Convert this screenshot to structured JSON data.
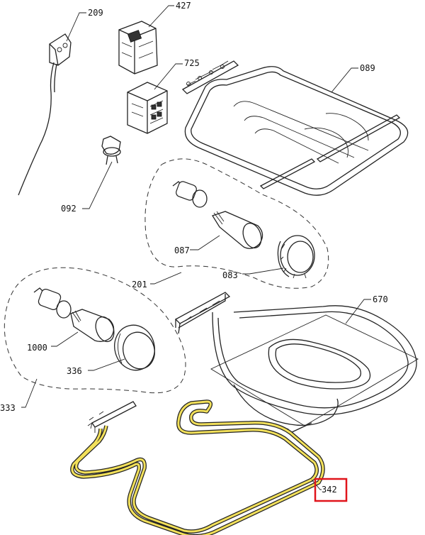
{
  "callouts": {
    "c209": "209",
    "c427": "427",
    "c725": "725",
    "c089": "089",
    "c092": "092",
    "c087": "087",
    "c083": "083",
    "c201": "201",
    "c670": "670",
    "c1000": "1000",
    "c336": "336",
    "c333": "333",
    "c342": "342"
  },
  "highlight": {
    "part": "342",
    "element_color": "#f2e05a",
    "box_color": "#e0141b"
  }
}
